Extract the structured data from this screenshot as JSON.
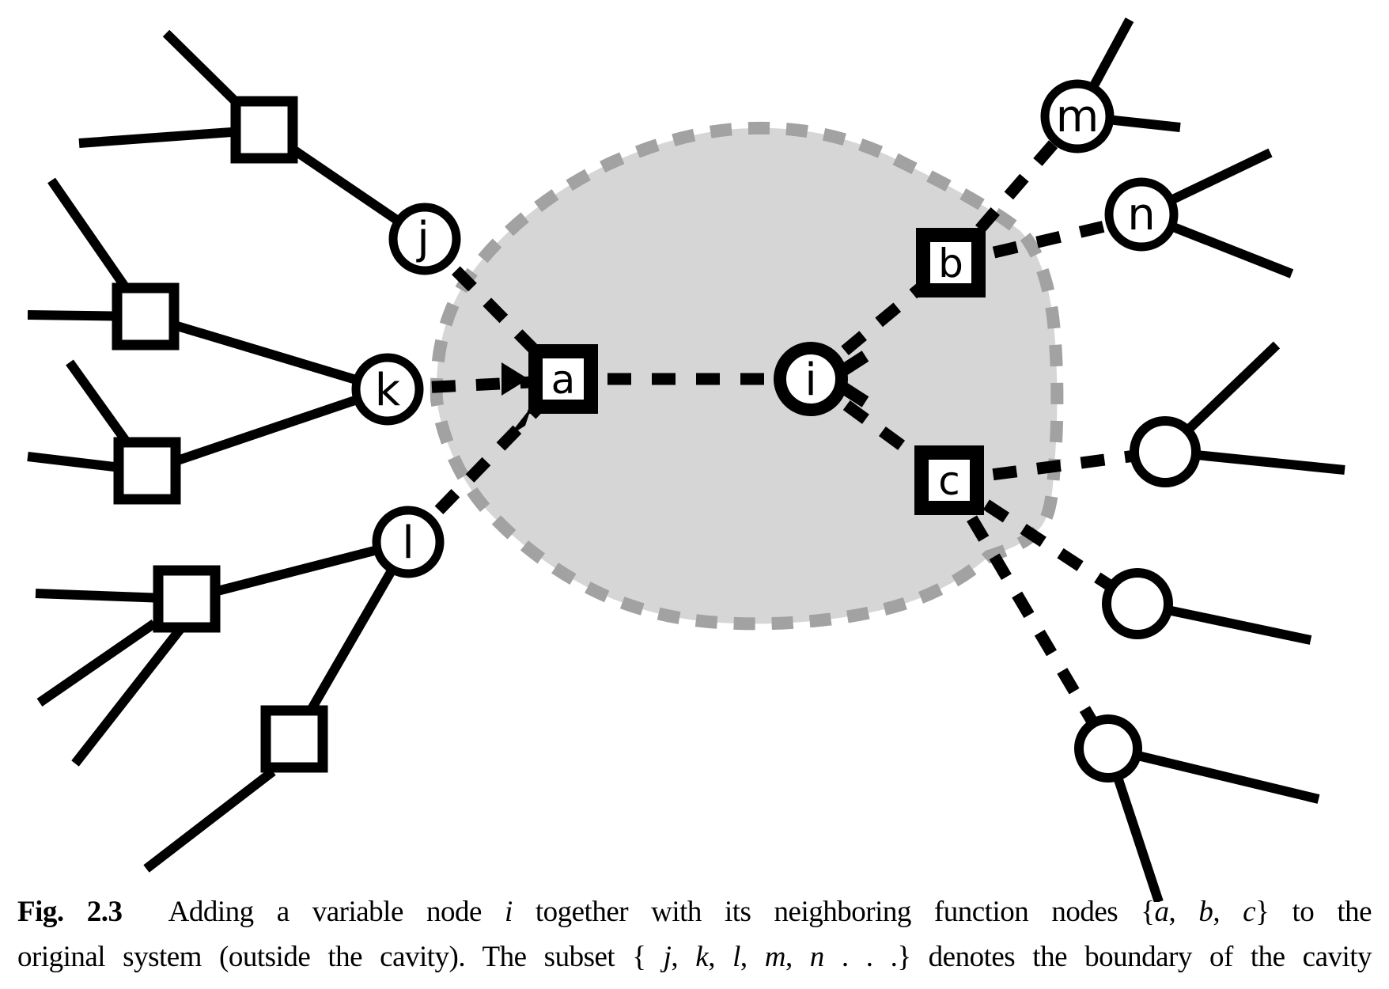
{
  "figure": {
    "label": "Fig. 2.3",
    "caption_line1": [
      {
        "t": "Fig. 2.3",
        "style": "bold"
      },
      {
        "t": "  Adding a variable node ",
        "style": "plain"
      },
      {
        "t": "i",
        "style": "italic"
      },
      {
        "t": " together with its neighboring function nodes {",
        "style": "plain"
      },
      {
        "t": "a",
        "style": "italic"
      },
      {
        "t": ", ",
        "style": "plain"
      },
      {
        "t": "b",
        "style": "italic"
      },
      {
        "t": ", ",
        "style": "plain"
      },
      {
        "t": "c",
        "style": "italic"
      },
      {
        "t": "} to the",
        "style": "plain"
      }
    ],
    "caption_line2": [
      {
        "t": "original system (outside the cavity). The subset { ",
        "style": "plain"
      },
      {
        "t": "j",
        "style": "italic"
      },
      {
        "t": ", ",
        "style": "plain"
      },
      {
        "t": "k",
        "style": "italic"
      },
      {
        "t": ", ",
        "style": "plain"
      },
      {
        "t": "l",
        "style": "italic"
      },
      {
        "t": ", ",
        "style": "plain"
      },
      {
        "t": "m",
        "style": "italic"
      },
      {
        "t": ", ",
        "style": "plain"
      },
      {
        "t": "n",
        "style": "italic"
      },
      {
        "t": " . . .} denotes the boundary of the cavity",
        "style": "plain"
      }
    ]
  },
  "nodes": {
    "a": "a",
    "b": "b",
    "c": "c",
    "i": "i",
    "j": "j",
    "k": "k",
    "l": "l",
    "m": "m",
    "n": "n"
  },
  "legend": {
    "variable_nodes": [
      "i",
      "j",
      "k",
      "l",
      "m",
      "n"
    ],
    "function_nodes": [
      "a",
      "b",
      "c"
    ],
    "region": "cavity"
  },
  "colors": {
    "background": "#ffffff",
    "ink": "#000000",
    "cavity_fill": "#d6d6d6",
    "cavity_border": "#a2a2a2"
  }
}
